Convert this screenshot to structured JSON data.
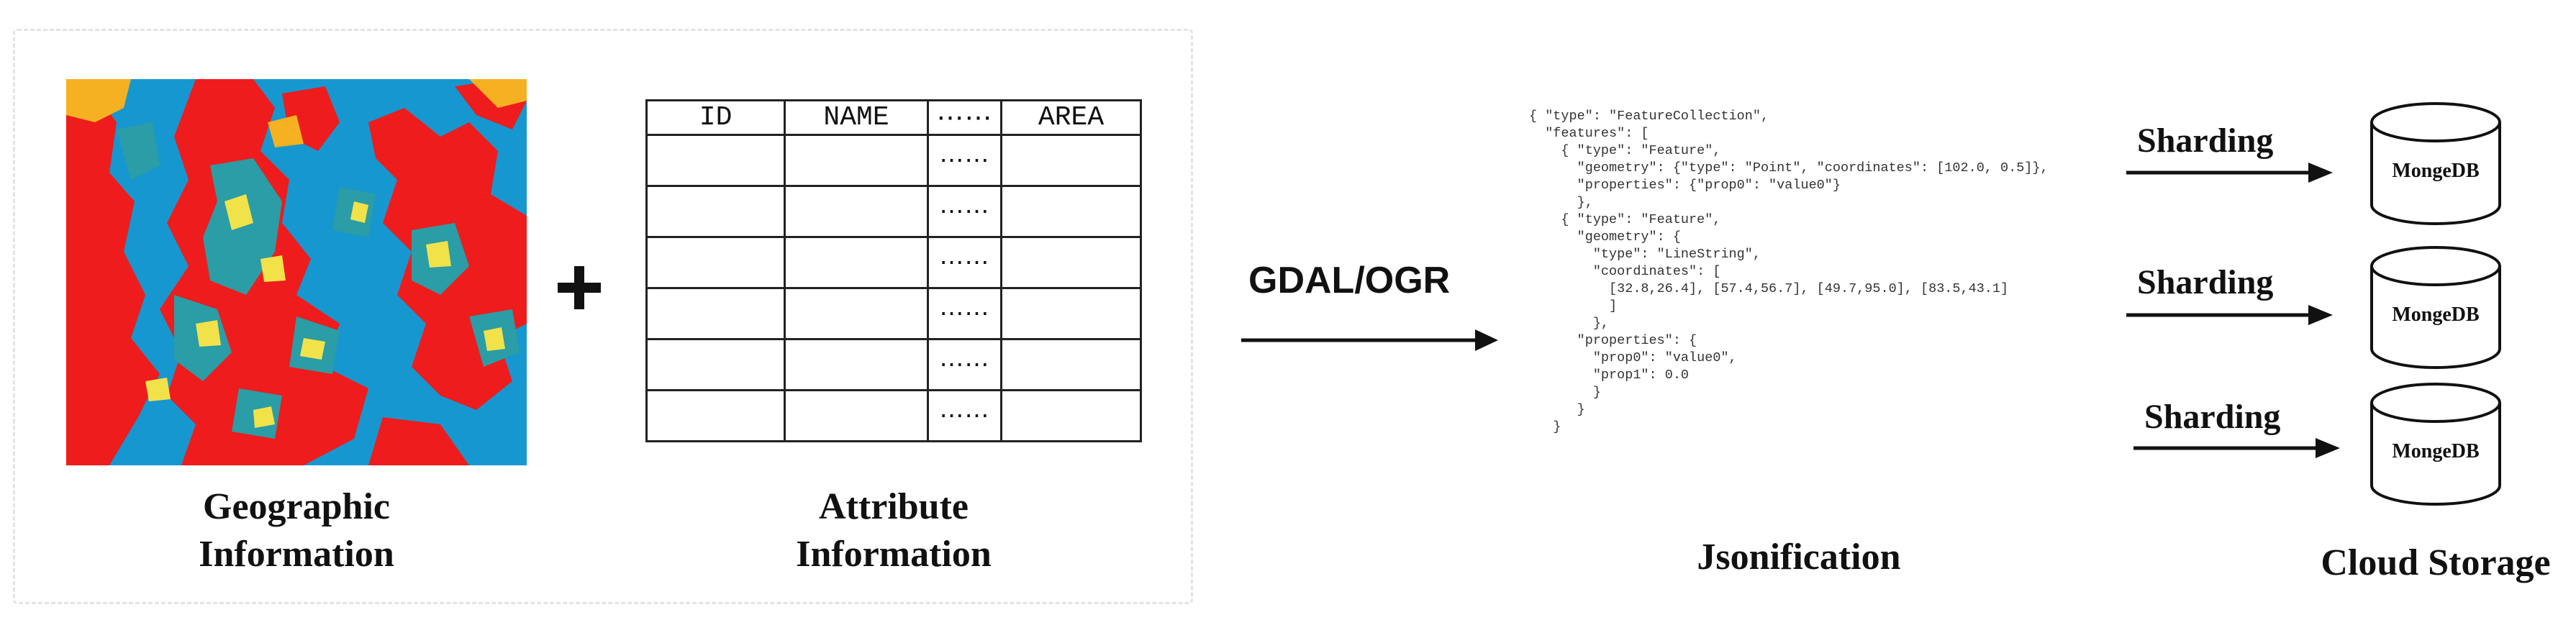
{
  "left_panel": {
    "geo_caption": [
      "Geographic",
      "Information"
    ],
    "attr_caption": [
      "Attribute",
      "Information"
    ],
    "plus": "+"
  },
  "attribute_table": {
    "headers": [
      "ID",
      "NAME",
      "⋯⋯",
      "AREA"
    ],
    "rows": [
      [
        "",
        "",
        "⋯⋯",
        ""
      ],
      [
        "",
        "",
        "⋯⋯",
        ""
      ],
      [
        "",
        "",
        "⋯⋯",
        ""
      ],
      [
        "",
        "",
        "⋯⋯",
        ""
      ],
      [
        "",
        "",
        "⋯⋯",
        ""
      ],
      [
        "",
        "",
        "⋯⋯",
        ""
      ]
    ]
  },
  "map_colors": {
    "background": "#1797cf",
    "red": "#ee1c1c",
    "teal": "#2a9da6",
    "yellow": "#f2e24a",
    "orange": "#f5b121"
  },
  "tool_label": "GDAL/OGR",
  "json_text": "{ \"type\": \"FeatureCollection\",\n  \"features\": [\n    { \"type\": \"Feature\",\n      \"geometry\": {\"type\": \"Point\", \"coordinates\": [102.0, 0.5]},\n      \"properties\": {\"prop0\": \"value0\"}\n      },\n    { \"type\": \"Feature\",\n      \"geometry\": {\n        \"type\": \"LineString\",\n        \"coordinates\": [\n          [32.8,26.4], [57.4,56.7], [49.7,95.0], [83.5,43.1]\n          ]\n        },\n      \"properties\": {\n        \"prop0\": \"value0\",\n        \"prop1\": 0.0\n        }\n      }\n   }",
  "json_caption": "Jsonification",
  "sharding": [
    "Sharding",
    "Sharding",
    "Sharding"
  ],
  "databases": [
    "MongeDB",
    "MongeDB",
    "MongeDB"
  ],
  "storage_caption": "Cloud Storage"
}
